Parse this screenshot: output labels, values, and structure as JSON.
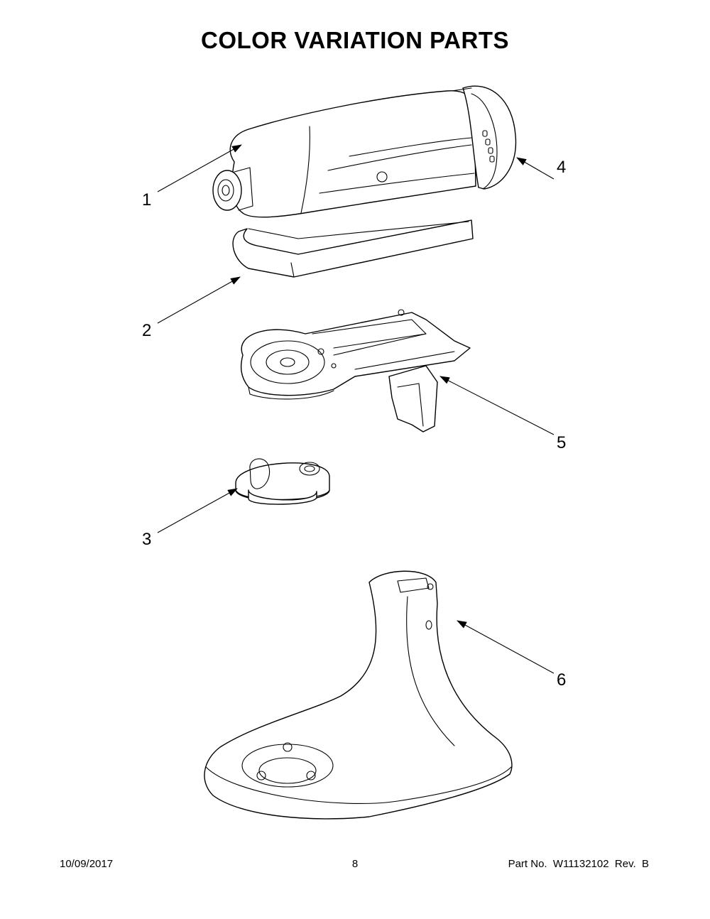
{
  "title": "COLOR VARIATION PARTS",
  "callouts": [
    {
      "id": "1",
      "label": "1"
    },
    {
      "id": "2",
      "label": "2"
    },
    {
      "id": "3",
      "label": "3"
    },
    {
      "id": "4",
      "label": "4"
    },
    {
      "id": "5",
      "label": "5"
    },
    {
      "id": "6",
      "label": "6"
    }
  ],
  "footer": {
    "date": "10/09/2017",
    "page_number": "8",
    "part_number": "Part No.  W11132102  Rev.  B"
  }
}
